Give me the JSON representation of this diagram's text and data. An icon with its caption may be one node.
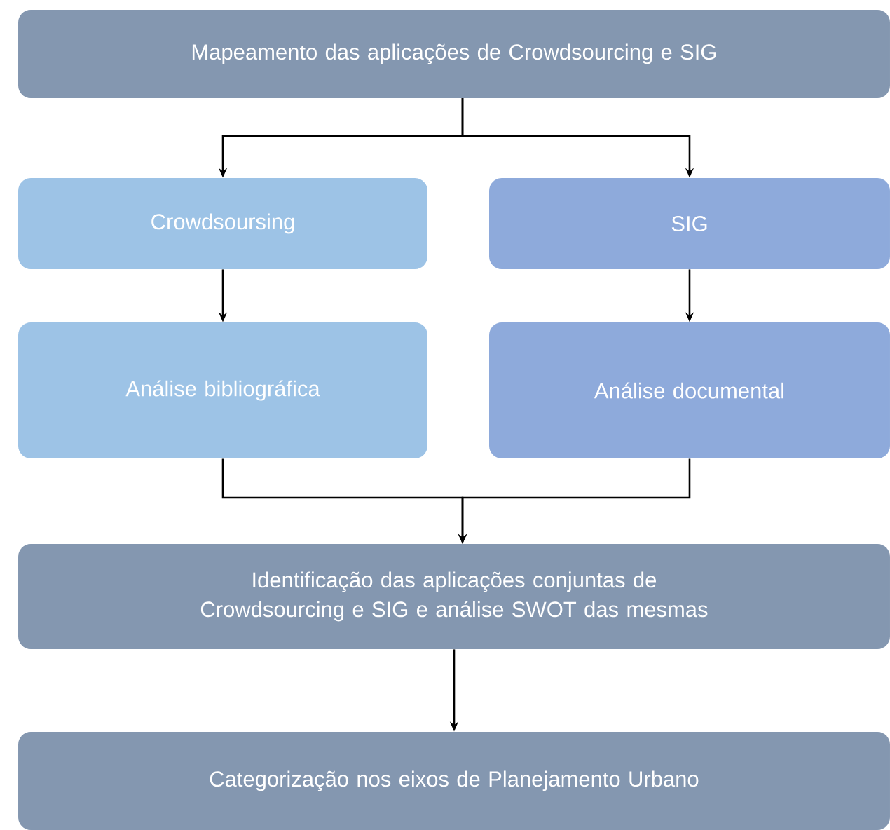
{
  "diagram": {
    "nodes": [
      {
        "text": [
          "Mapeamento das aplicações de Crowdsourcing e SIG"
        ]
      },
      {
        "text": [
          "Crowdsoursing"
        ]
      },
      {
        "text": [
          "SIG"
        ]
      },
      {
        "text": [
          "Análise bibliográfica"
        ]
      },
      {
        "text": [
          "Análise documental"
        ]
      },
      {
        "text": [
          "Identificação das aplicações conjuntas de Crowdsourcing e SIG e análise SWOT das mesmas"
        ]
      },
      {
        "text": [
          "Categorização nos eixos de Planejamento Urbano"
        ]
      }
    ],
    "edges": [
      {
        "from": 0,
        "to": 1,
        "arrow": "to"
      },
      {
        "from": 0,
        "to": 2,
        "arrow": "to"
      },
      {
        "from": 1,
        "to": 3,
        "arrow": "to"
      },
      {
        "from": 2,
        "to": 4,
        "arrow": "to"
      },
      {
        "from": 3,
        "to": 5,
        "arrow": "to"
      },
      {
        "from": 4,
        "to": 5,
        "arrow": "to"
      },
      {
        "from": 5,
        "to": 6,
        "arrow": "to"
      }
    ]
  }
}
